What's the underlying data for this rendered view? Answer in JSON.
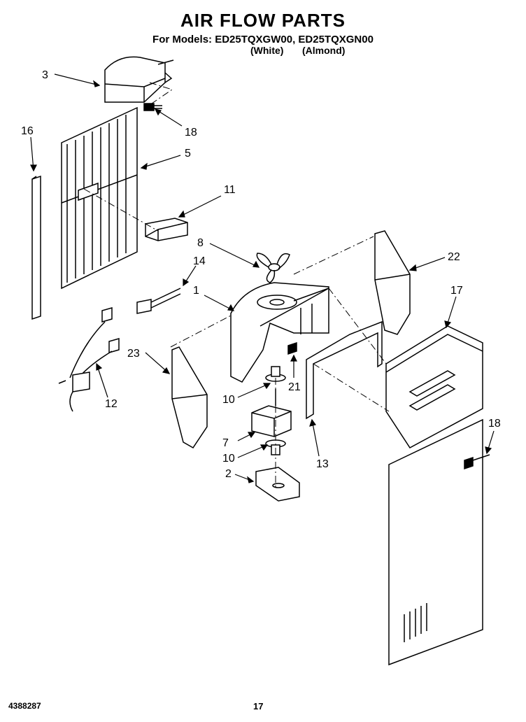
{
  "header": {
    "title": "AIR FLOW PARTS",
    "models_line": "For Models: ED25TQXGW00, ED25TQXGN00",
    "color_white": "(White)",
    "color_almond": "(Almond)"
  },
  "callouts": {
    "c3": "3",
    "c18a": "18",
    "c16": "16",
    "c5": "5",
    "c11": "11",
    "c8": "8",
    "c14": "14",
    "c22": "22",
    "c1": "1",
    "c17": "17",
    "c23": "23",
    "c12": "12",
    "c21": "21",
    "c10a": "10",
    "c7": "7",
    "c10b": "10",
    "c13": "13",
    "c18b": "18",
    "c2": "2"
  },
  "footer": {
    "doc_number": "4388287",
    "page_number": "17"
  }
}
